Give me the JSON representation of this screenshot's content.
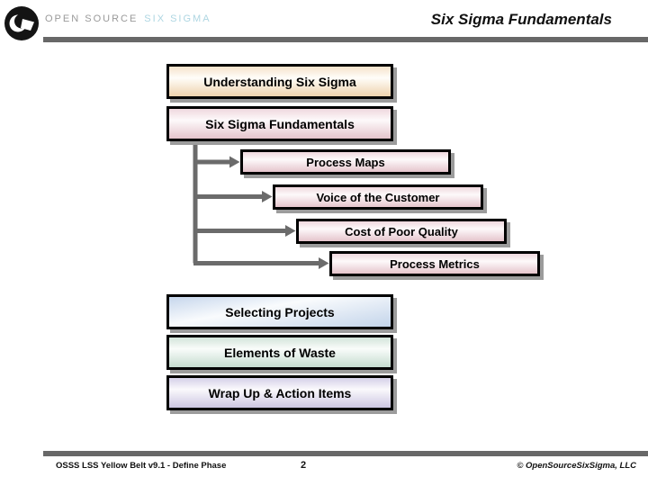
{
  "header": {
    "logo": {
      "brand_gray": "OPEN SOURCE",
      "brand_blue": "SIX SIGMA"
    },
    "title": "Six Sigma Fundamentals"
  },
  "diagram": {
    "boxes": [
      {
        "label": "Understanding Six Sigma",
        "variant": "tan",
        "indent": 0
      },
      {
        "label": "Six Sigma Fundamentals",
        "variant": "pink",
        "indent": 0
      },
      {
        "label": "Process Maps",
        "variant": "pink",
        "indent": 1
      },
      {
        "label": "Voice of the Customer",
        "variant": "pink",
        "indent": 1
      },
      {
        "label": "Cost of Poor Quality",
        "variant": "pink",
        "indent": 1
      },
      {
        "label": "Process Metrics",
        "variant": "pink",
        "indent": 1
      },
      {
        "label": "Selecting Projects",
        "variant": "blue",
        "indent": 0
      },
      {
        "label": "Elements of Waste",
        "variant": "green",
        "indent": 0
      },
      {
        "label": "Wrap Up & Action Items",
        "variant": "purple",
        "indent": 0
      }
    ]
  },
  "footer": {
    "left": "OSSS LSS Yellow Belt v9.1 - Define Phase",
    "page": "2",
    "right": "© OpenSourceSixSigma, LLC"
  },
  "colors": {
    "rule_bar_gray": "#686868",
    "connector_gray": "#6b6b6b",
    "box_border": "#000000",
    "box_shadow": "#9c9c9c",
    "accent_tan": "#eed3ad",
    "accent_pink": "#e5c4cc",
    "accent_blue": "#c3d4ea",
    "accent_green": "#c5dccf",
    "accent_purple": "#cdc6e2",
    "brand_gray": "#9a9a9a",
    "brand_blue": "#aed6e2"
  }
}
